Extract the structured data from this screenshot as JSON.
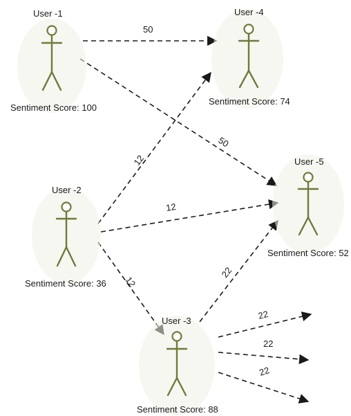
{
  "actors": {
    "user1": {
      "name": "User -1",
      "score": "Sentiment Score: 100"
    },
    "user2": {
      "name": "User -2",
      "score": "Sentiment Score: 36"
    },
    "user3": {
      "name": "User -3",
      "score": "Sentiment Score: 88"
    },
    "user4": {
      "name": "User -4",
      "score": "Sentiment Score: 74"
    },
    "user5": {
      "name": "User -5",
      "score": "Sentiment Score: 52"
    }
  },
  "edges": {
    "u1_u4": "50",
    "u1_u5": "50",
    "u2_u4": "12",
    "u2_u5": "12",
    "u2_u3": "12",
    "u3_u5": "22",
    "u3_out1": "22",
    "u3_out2": "22",
    "u3_out3": "22"
  },
  "colors": {
    "actor_stroke": "#6f7a3a",
    "line": "#1a1a1a"
  }
}
